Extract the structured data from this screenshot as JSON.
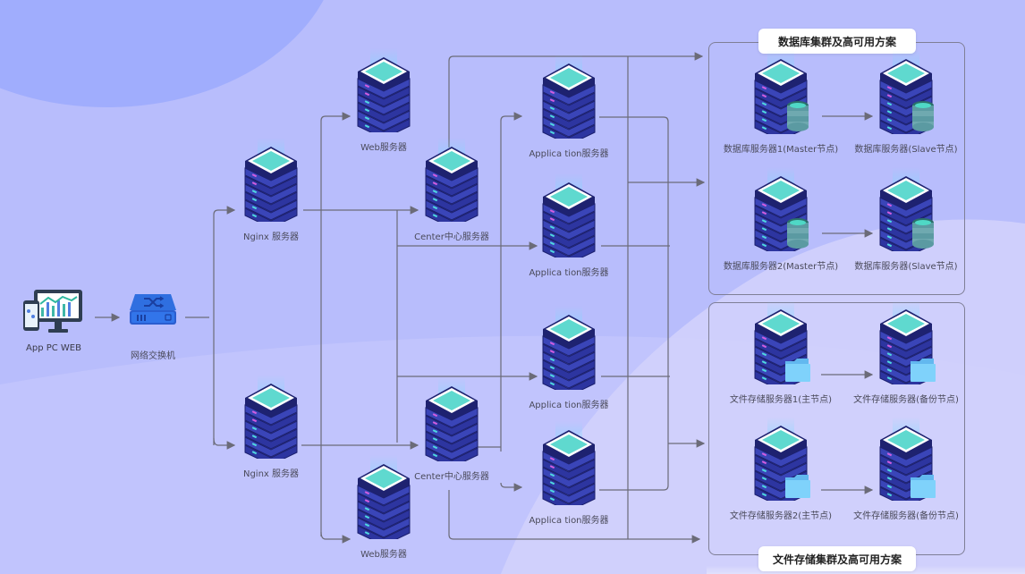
{
  "diagram": {
    "client": {
      "label": "App PC WEB"
    },
    "switch": {
      "label": "网络交换机"
    },
    "nginx": [
      {
        "label": "Nginx 服务器"
      },
      {
        "label": "Nginx 服务器"
      }
    ],
    "web": [
      {
        "label": "Web服务器"
      },
      {
        "label": "Web服务器"
      }
    ],
    "center": [
      {
        "label": "Center中心服务器"
      },
      {
        "label": "Center中心服务器"
      }
    ],
    "application": [
      {
        "label": "Applica tion服务器"
      },
      {
        "label": "Applica tion服务器"
      },
      {
        "label": "Applica tion服务器"
      },
      {
        "label": "Applica tion服务器"
      }
    ],
    "db_group": {
      "title": "数据库集群及高可用方案",
      "nodes": [
        {
          "label": "数据库服务器1(Master节点)"
        },
        {
          "label": "数据库服务器(Slave节点)"
        },
        {
          "label": "数据库服务器2(Master节点)"
        },
        {
          "label": "数据库服务器(Slave节点)"
        }
      ]
    },
    "file_group": {
      "title": "文件存储集群及高可用方案",
      "nodes": [
        {
          "label": "文件存储服务器1(主节点)"
        },
        {
          "label": "文件存储服务器(备份节点)"
        },
        {
          "label": "文件存储服务器2(主节点)"
        },
        {
          "label": "文件存储服务器(备份节点)"
        }
      ]
    }
  },
  "colors": {
    "background": "#b8bdfc",
    "server_body": "#3a45b8",
    "server_top": "#5fd9cf",
    "connector": "#6b6b78",
    "switch_blue": "#2f6fe0",
    "folder": "#7fd2fb"
  }
}
